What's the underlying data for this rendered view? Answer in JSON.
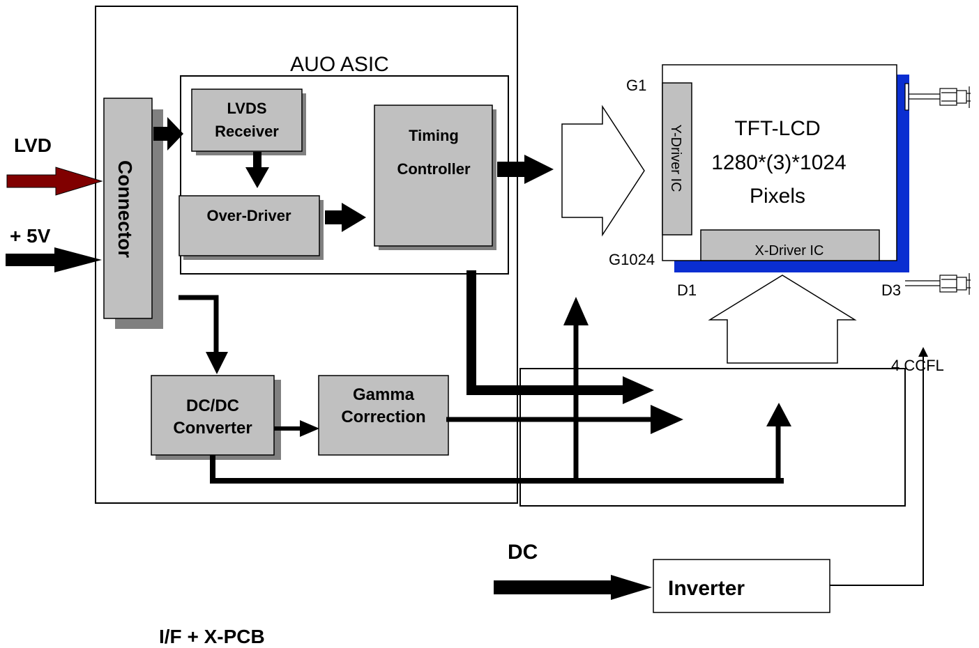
{
  "inputs": {
    "lvds_label": "LVD",
    "power_label": "+ 5V",
    "dc_label": "DC"
  },
  "connector": {
    "label": "Connector"
  },
  "asic": {
    "title": "AUO ASIC",
    "lvds_receiver": [
      "LVDS",
      "Receiver"
    ],
    "over_driver": "Over-Driver",
    "timing_controller": [
      "Timing",
      "Controller"
    ]
  },
  "dcdc": {
    "label": [
      "DC/DC",
      "Converter"
    ]
  },
  "gamma": {
    "label": [
      "Gamma",
      "Correction"
    ]
  },
  "panel": {
    "title": "TFT-LCD",
    "resolution": "1280*(3)*1024",
    "pixels": "Pixels",
    "y_driver": "Y-Driver IC",
    "x_driver": "X-Driver IC",
    "g1": "G1",
    "g1024": "G1024",
    "d1": "D1",
    "d3": "D3"
  },
  "ccfl": {
    "label": "4 CCFL"
  },
  "inverter": {
    "label": "Inverter"
  },
  "footer": {
    "label": "I/F + X-PCB"
  },
  "colors": {
    "box_fill": "#c0c0c0",
    "shadow": "#808080",
    "lvds_arrow": "#800000",
    "backlight_frame": "#0a2ed1",
    "line": "#000000"
  }
}
